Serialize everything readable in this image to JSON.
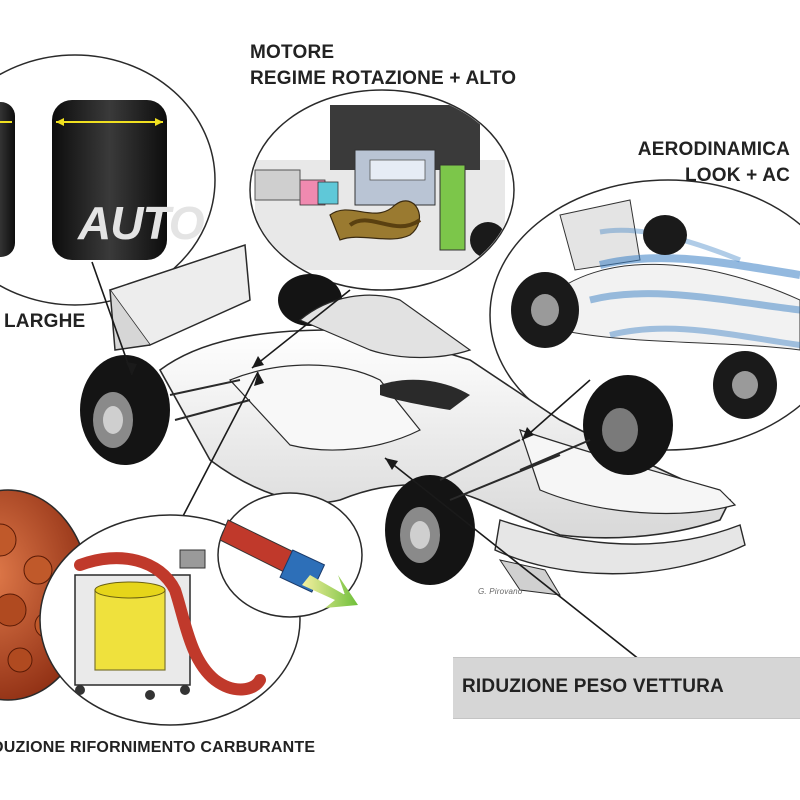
{
  "labels": {
    "motore_line1": "MOTORE",
    "motore_line2": "REGIME ROTAZIONE + ALTO",
    "aero_line1": "AERODINAMICA",
    "aero_line2": "LOOK + AC",
    "gomme": "LARGHE",
    "peso": "RIDUZIONE PESO VETTURA",
    "rifornimento": "DUZIONE RIFORNIMENTO CARBURANTE",
    "signature": "G. Pirovano",
    "watermark": "AUTO"
  },
  "colors": {
    "outline": "#2a2a2a",
    "tyre": "#1a1a1a",
    "body": "#f4f4f4",
    "shade": "#c9c9c9",
    "accent_yellow": "#f0e020",
    "pipe_red": "#c0392b",
    "airflow_blue": "#3a7fc4",
    "box_grey": "#d6d6d6"
  }
}
